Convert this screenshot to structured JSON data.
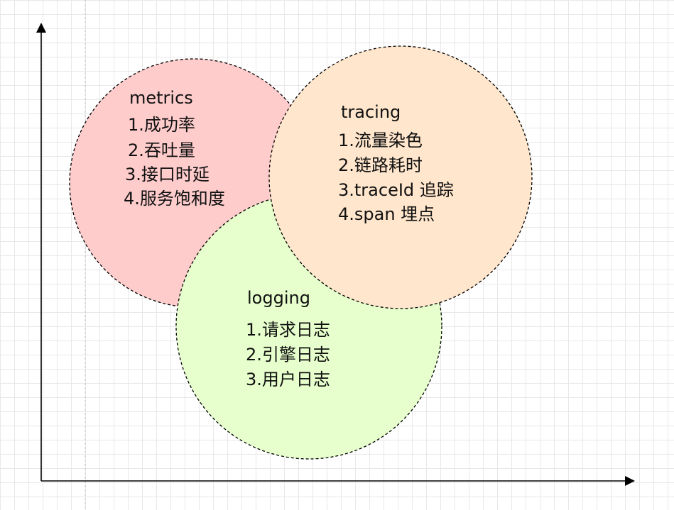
{
  "diagram": {
    "circles": {
      "metrics": {
        "title": "metrics",
        "items": [
          "1.成功率",
          "2.吞吐量",
          "3.接口时延",
          "4.服务饱和度"
        ],
        "fill": "#ffcccc"
      },
      "tracing": {
        "title": "tracing",
        "items": [
          "1.流量染色",
          "2.链路耗时",
          "3.traceId 追踪",
          "4.span 埋点"
        ],
        "fill": "#ffe6cc"
      },
      "logging": {
        "title": "logging",
        "items": [
          "1.请求日志",
          "2.引擎日志",
          "3.用户日志"
        ],
        "fill": "#e6ffcc"
      }
    },
    "colors": {
      "stroke": "#000000",
      "axis": "#000000",
      "grid": "#e8e8e8"
    }
  }
}
